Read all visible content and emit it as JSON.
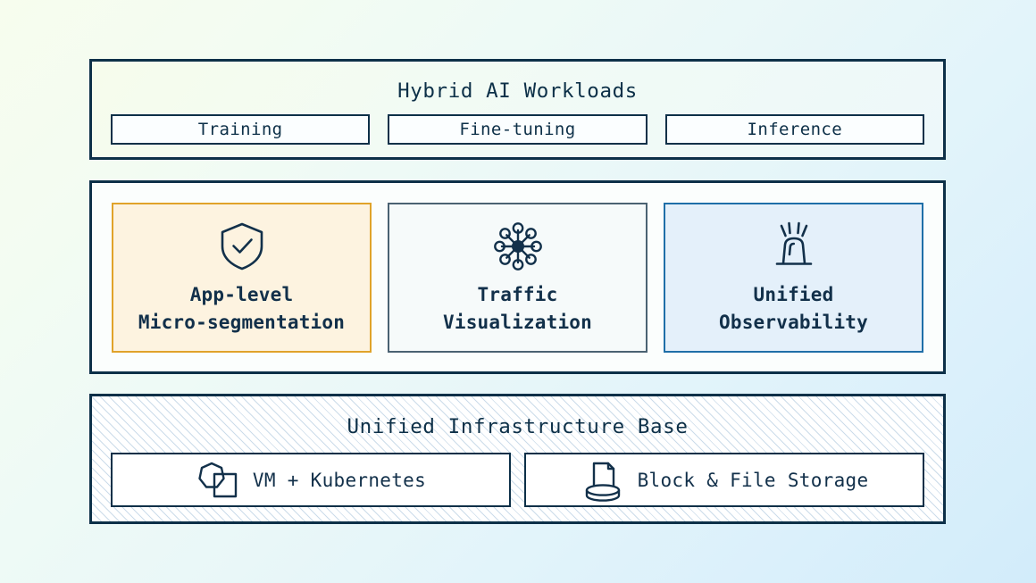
{
  "workloads": {
    "title": "Hybrid AI Workloads",
    "chips": [
      {
        "label": "Training"
      },
      {
        "label": "Fine-tuning"
      },
      {
        "label": "Inference"
      }
    ]
  },
  "capabilities": {
    "cards": [
      {
        "label": "App-level\nMicro-segmentation",
        "icon": "shield-check-icon",
        "border_color": "#e0a32a",
        "fill_color": "#fdf3e0"
      },
      {
        "label": "Traffic\nVisualization",
        "icon": "network-hub-icon",
        "border_color": "#4a6272",
        "fill_color": "#f6fafa"
      },
      {
        "label": "Unified\nObservability",
        "icon": "alert-beacon-icon",
        "border_color": "#1f6fa8",
        "fill_color": "#e4f0fa"
      }
    ]
  },
  "infrastructure": {
    "title": "Unified Infrastructure Base",
    "items": [
      {
        "label": "VM + Kubernetes",
        "icon": "vm-kubernetes-icon"
      },
      {
        "label": "Block & File Storage",
        "icon": "disk-document-icon"
      }
    ]
  },
  "theme": {
    "ink": "#0d3048",
    "text": "#12304a",
    "accent_amber": "#e0a32a",
    "accent_blue": "#1f6fa8",
    "accent_slate": "#4a6272"
  }
}
